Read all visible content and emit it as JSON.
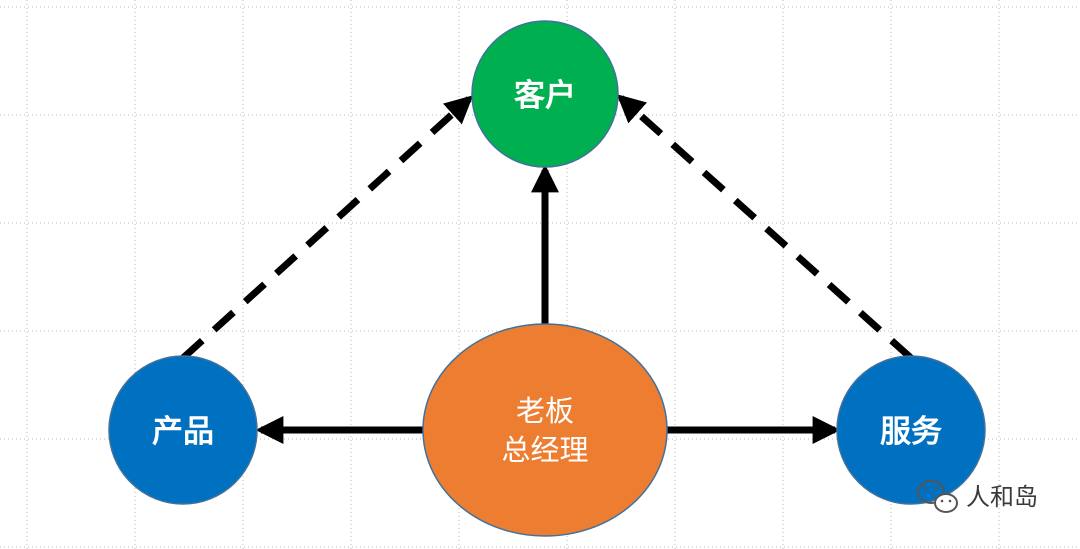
{
  "nodes": {
    "customer": {
      "label": "客户",
      "fill": "#00b050"
    },
    "product": {
      "label": "产品",
      "fill": "#0070c0"
    },
    "service": {
      "label": "服务",
      "fill": "#0070c0"
    },
    "boss": {
      "line1": "老板",
      "line2": "总经理",
      "fill": "#ed7d31"
    }
  },
  "watermark": {
    "text": "人和岛",
    "icon": "wechat-icon"
  },
  "colors": {
    "arrow": "#000000",
    "grid": "#b7b7b7",
    "outline": "#41719c"
  }
}
